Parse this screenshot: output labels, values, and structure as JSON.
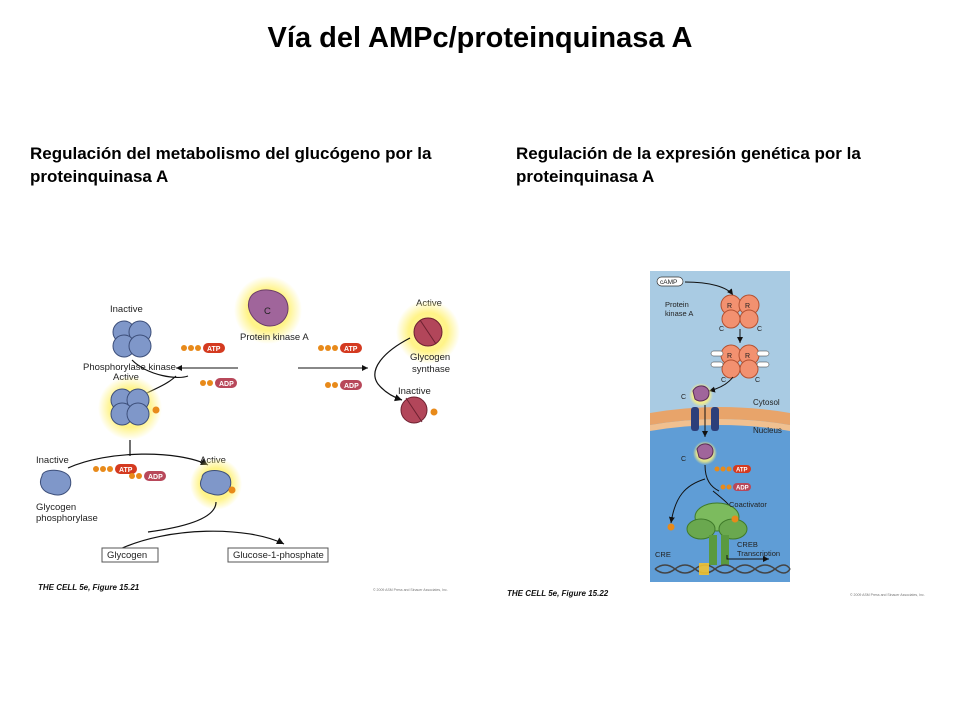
{
  "slide": {
    "title": "Vía del AMPc/proteinquinasa A",
    "subtitle_left": "Regulación del metabolismo del glucógeno por la proteinquinasa A",
    "subtitle_right": "Regulación de la expresión genética por la proteinquinasa A"
  },
  "fig_left": {
    "inactive_top": "Inactive",
    "phosphorylase_kinase": "Phosphorylase kinase",
    "active_left": "Active",
    "protein_kinase_a": "Protein kinase A",
    "pka_c": "C",
    "active_right": "Active",
    "glycogen_synthase_1": "Glycogen",
    "glycogen_synthase_2": "synthase",
    "inactive_right": "Inactive",
    "atp": "ATP",
    "adp": "ADP",
    "inactive_bottom": "Inactive",
    "active_bottom": "Active",
    "glycogen_phosphorylase_1": "Glycogen",
    "glycogen_phosphorylase_2": "phosphorylase",
    "glycogen_box": "Glycogen",
    "g1p_box": "Glucose-1-phosphate",
    "caption": "THE CELL 5e, Figure 15.21",
    "copyright": "© 2009 ASM Press and Sinauer Associates, Inc."
  },
  "fig_right": {
    "camp": "cAMP",
    "protein_kinase_1": "Protein",
    "protein_kinase_2": "kinase A",
    "r": "R",
    "c": "C",
    "cytosol": "Cytosol",
    "nucleus": "Nucleus",
    "atp": "ATP",
    "adp": "ADP",
    "coactivator": "Coactivator",
    "creb": "CREB",
    "cre": "CRE",
    "transcription": "Transcription",
    "caption": "THE CELL 5e, Figure 15.22",
    "copyright": "© 2009 ASM Press and Sinauer Associates, Inc."
  },
  "colors": {
    "kinase_blue": "#7f97c9",
    "pka_purple": "#a0659b",
    "synthase_red": "#b2465a",
    "glow": "#fff27a",
    "atp_red": "#d43a20",
    "adp_red": "#b8485a",
    "phosphate": "#e88a1a",
    "cytosol_bg": "#a9cbe3",
    "nucleus_bg": "#5f9dd6",
    "membrane": "#e8a46a",
    "pka_orange": "#f29170",
    "creb_green": "#7cbb5e"
  }
}
